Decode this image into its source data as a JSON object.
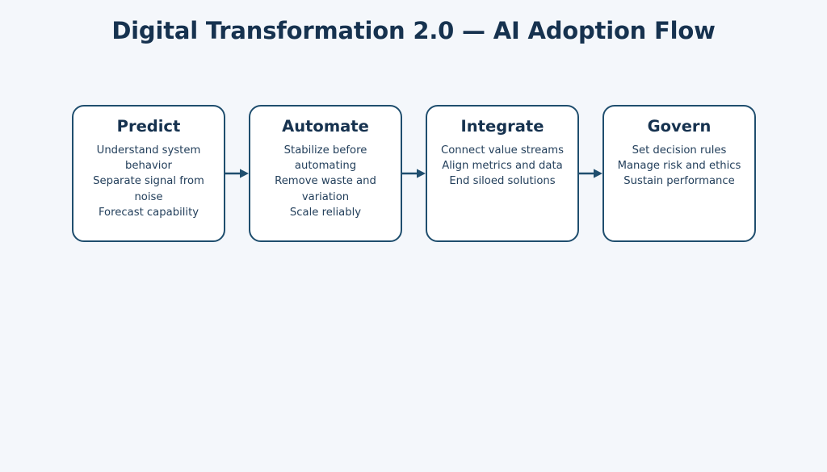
{
  "page": {
    "title": "Digital Transformation 2.0 — AI Adoption Flow",
    "background_color": "#f4f7fb",
    "accent_color": "#1f4e6e",
    "title_color": "#16324f",
    "text_color": "#24405c",
    "node_fill_color": "#ffffff"
  },
  "flow": {
    "type": "left-to-right-process-flow",
    "connector_glyph": "arrow-right",
    "nodes": [
      {
        "id": "predict",
        "title": "Predict",
        "lines": [
          "Understand system",
          "behavior",
          "Separate signal from",
          "noise",
          "Forecast capability"
        ]
      },
      {
        "id": "automate",
        "title": "Automate",
        "lines": [
          "Stabilize before",
          "automating",
          "Remove waste and",
          "variation",
          "Scale reliably"
        ]
      },
      {
        "id": "integrate",
        "title": "Integrate",
        "lines": [
          "Connect value streams",
          "Align metrics and data",
          "End siloed solutions"
        ]
      },
      {
        "id": "govern",
        "title": "Govern",
        "lines": [
          "Set decision rules",
          "Manage risk and ethics",
          "Sustain performance"
        ]
      }
    ],
    "connectors": [
      {
        "from": "predict",
        "to": "automate"
      },
      {
        "from": "automate",
        "to": "integrate"
      },
      {
        "from": "integrate",
        "to": "govern"
      }
    ]
  }
}
